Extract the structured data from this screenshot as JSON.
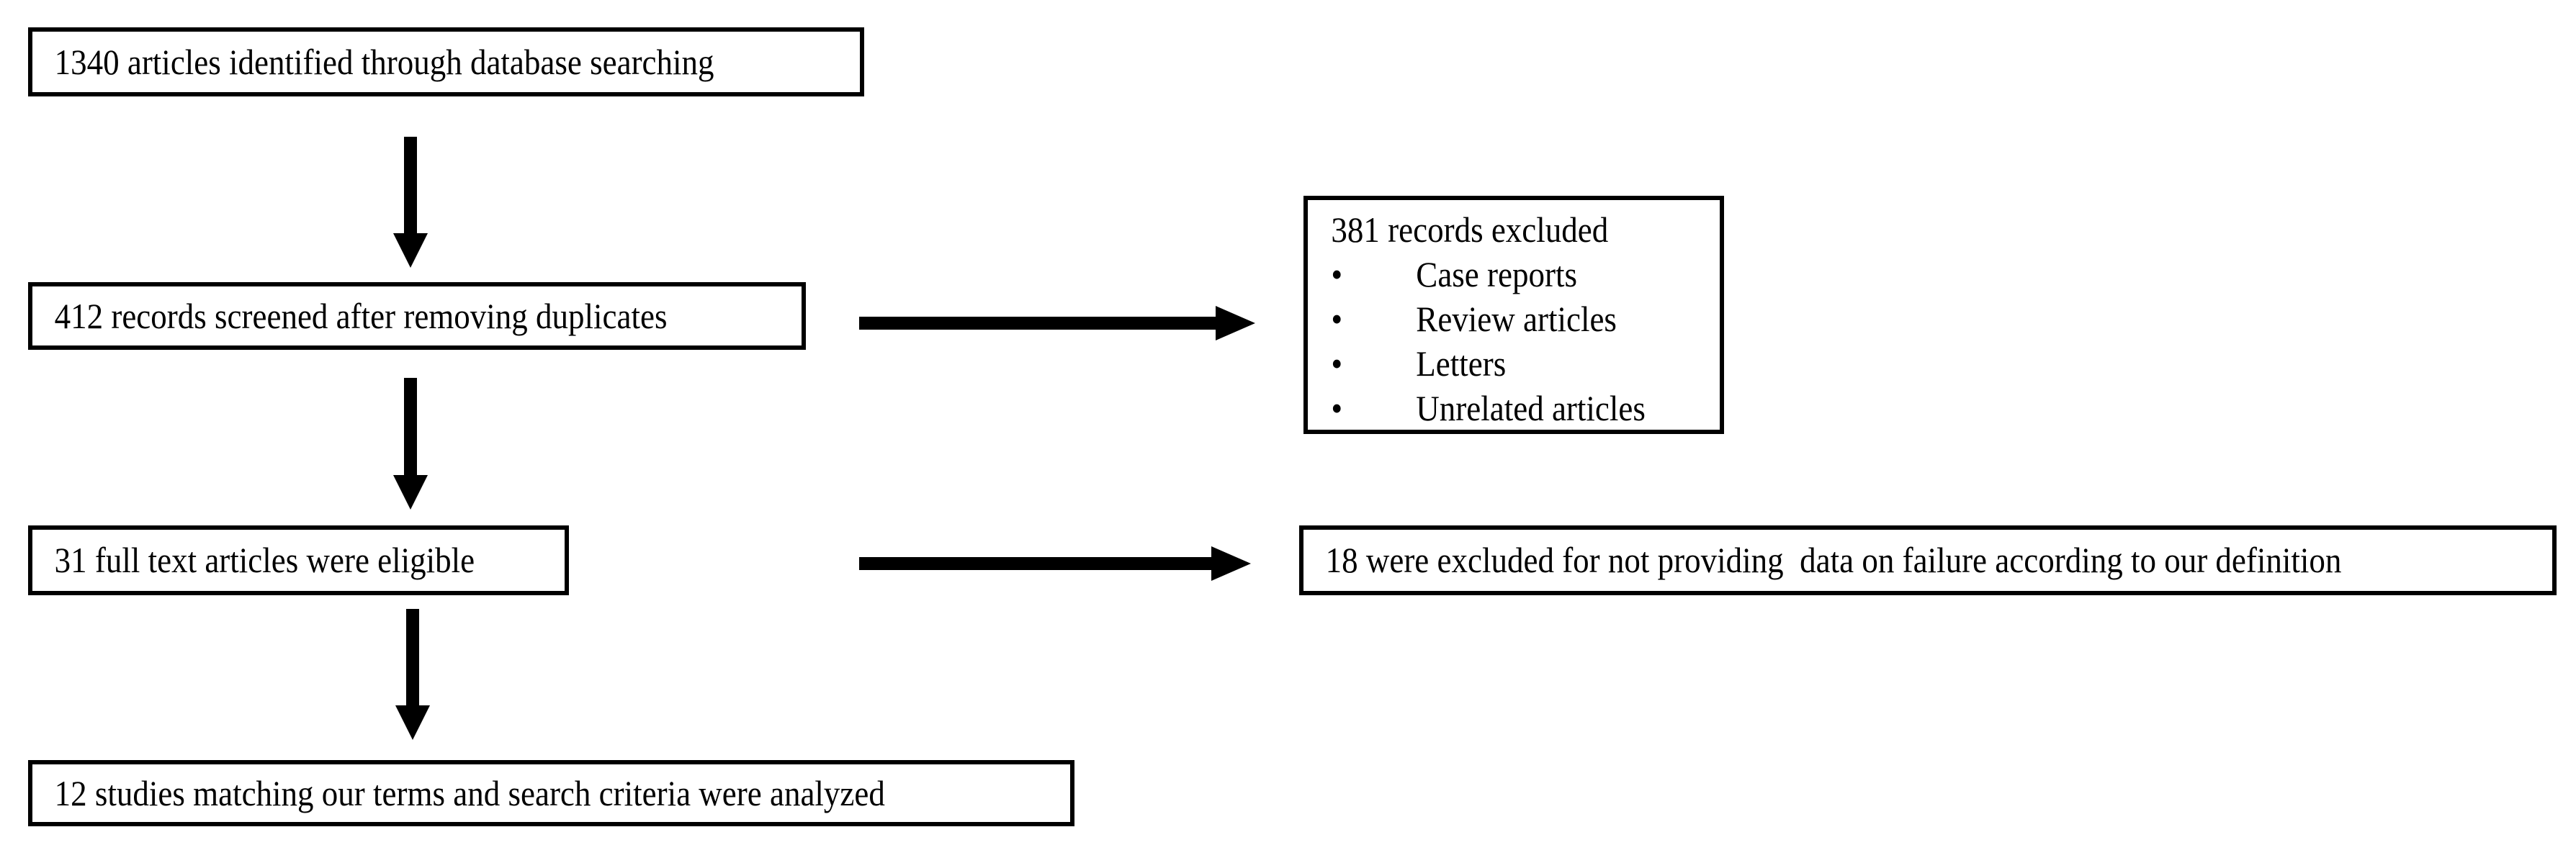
{
  "diagram": {
    "title": "study-selection-flow",
    "colors": {
      "ink": "#000000",
      "background": "#ffffff"
    },
    "flow": {
      "identified": "1340 articles identified through database searching",
      "screened": "412 records screened after removing duplicates",
      "eligible": "31 full text articles were eligible",
      "analyzed": "12 studies matching our terms and search criteria were analyzed"
    },
    "exclusions": {
      "records": {
        "title": "381 records excluded",
        "bullet_char": "•",
        "items": [
          "Case reports",
          "Review articles",
          "Letters",
          "Unrelated articles"
        ]
      },
      "fulltext": "18 were excluded for not providing  data on failure according to our definition"
    }
  }
}
